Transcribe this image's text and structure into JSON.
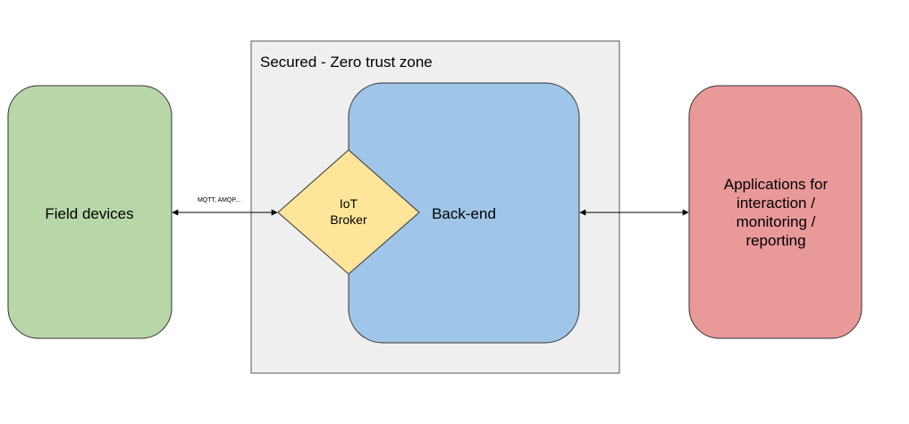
{
  "zone": {
    "title": "Secured - Zero trust zone",
    "fill": "#efefef",
    "stroke": "#555555"
  },
  "field_devices": {
    "label": "Field devices",
    "fill": "#b7d7a8",
    "stroke": "#333333"
  },
  "backend": {
    "label": "Back-end",
    "fill": "#9fc5e8",
    "stroke": "#333333"
  },
  "broker": {
    "label_lines": [
      "IoT",
      "Broker"
    ],
    "fill": "#ffe599",
    "stroke": "#333333"
  },
  "applications": {
    "label_lines": [
      "Applications for",
      "interaction /",
      "monitoring /",
      "reporting"
    ],
    "fill": "#ea9999",
    "stroke": "#333333"
  },
  "connector_left": {
    "label": "MQTT, AMQP..."
  }
}
